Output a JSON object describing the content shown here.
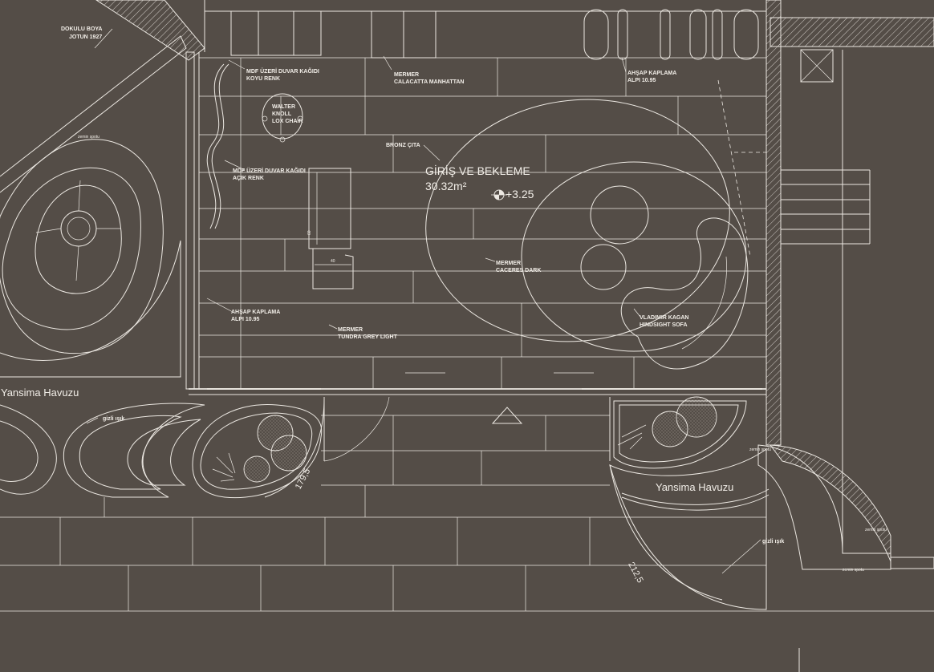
{
  "room": {
    "name": "GİRİŞ VE BEKLEME",
    "area": "30.32m²",
    "level": "+3.25"
  },
  "labels": {
    "dokulu_boya_1": "DOKULU BOYA",
    "dokulu_boya_2": "JOTUN 1927",
    "mdf_koyu_1": "MDF ÜZERİ DUVAR KAĞIDI",
    "mdf_koyu_2": "KOYU RENK",
    "chair_1": "WALTER",
    "chair_2": "KNOLL",
    "chair_3": "LOX CHAIR",
    "mermer_top_1": "MERMER",
    "mermer_top_2": "CALACATTA MANHATTAN",
    "ahsap_top_1": "AHŞAP KAPLAMA",
    "ahsap_top_2": "ALPI 10.95",
    "bronz": "BRONZ ÇITA",
    "mdf_acik_1": "MDF ÜZERİ DUVAR KAĞIDI",
    "mdf_acik_2": "AÇIK RENK",
    "mermer_mid_1": "MERMER",
    "mermer_mid_2": "CACERES DARK",
    "ahsap_left_1": "AHŞAP KAPLAMA",
    "ahsap_left_2": "ALPI 10.95",
    "sofa_1": "VLADIMIR KAGAN",
    "sofa_2": "HINDSIGHT SOFA",
    "mermer_low_1": "MERMER",
    "mermer_low_2": "TUNDRA GREY LIGHT",
    "pool_left": "Yansima Havuzu",
    "pool_right": "Yansima Havuzu",
    "gizli_left": "gizli ışık",
    "gizli_right": "gizli ışık",
    "spot_1": "zemin spotu",
    "spot_2": "zemin spotu",
    "spot_3": "zemin spotu",
    "spot_4": "zemin spotu",
    "dim_1": "179,5",
    "dim_2": "212,5",
    "dim_small_1": "60",
    "dim_small_2": "40"
  }
}
